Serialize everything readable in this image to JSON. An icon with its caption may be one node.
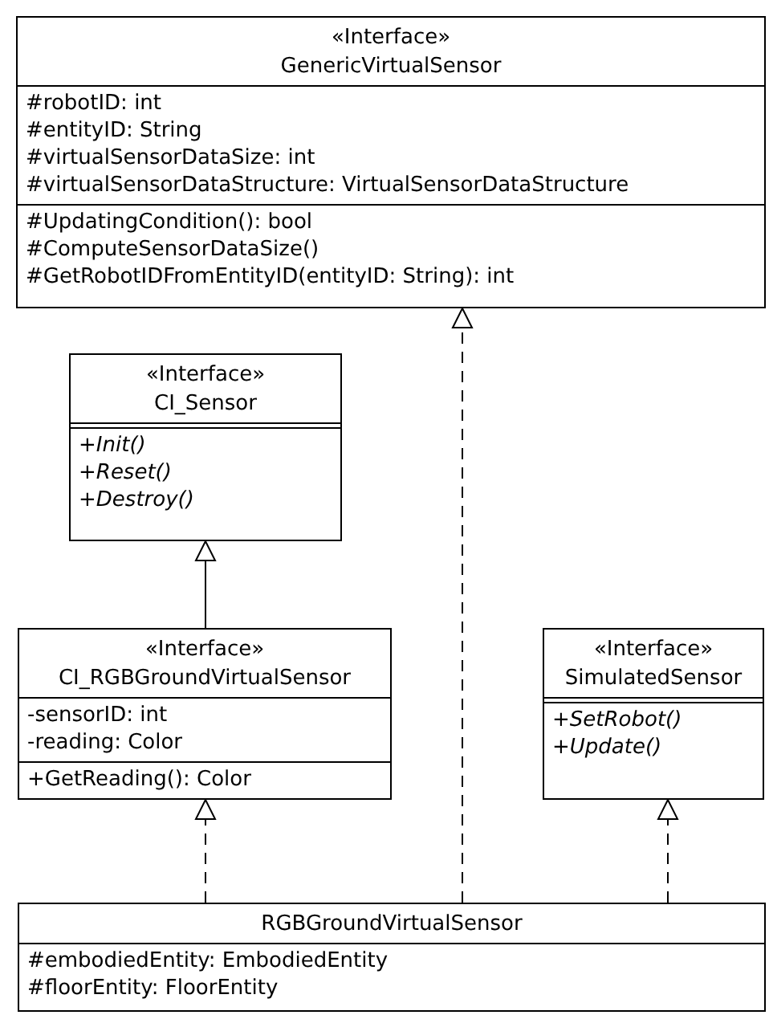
{
  "diagram": {
    "nodes": [
      {
        "text": [
          "«Interface»",
          "GenericVirtualSensor",
          "#robotID: int",
          "#entityID: String",
          "#virtualSensorDataSize: int",
          "#virtualSensorDataStructure: VirtualSensorDataStructure",
          "#UpdatingCondition(): bool",
          "#ComputeSensorDataSize()",
          "#GetRobotIDFromEntityID(entityID: String): int"
        ]
      },
      {
        "text": [
          "«Interface»",
          "CI_Sensor",
          "+*Init()*",
          "+*Reset()*",
          "+*Destroy()*"
        ]
      },
      {
        "text": [
          "«Interface»",
          "CI_RGBGroundVirtualSensor",
          "-sensorID: int",
          "-reading: Color",
          "+GetReading(): Color"
        ]
      },
      {
        "text": [
          "«Interface»",
          "SimulatedSensor",
          "+*SetRobot()*",
          "+*Update()*"
        ]
      },
      {
        "text": [
          "RGBGroundVirtualSensor",
          "#embodiedEntity: EmbodiedEntity",
          "#floorEntity: FloorEntity"
        ]
      }
    ],
    "edges": [
      {
        "from": 2,
        "to": 1,
        "arrow": "to"
      },
      {
        "from": 4,
        "to": 2,
        "arrow": "to",
        "style": "dashed"
      },
      {
        "from": 4,
        "to": 0,
        "arrow": "to",
        "style": "dashed"
      },
      {
        "from": 4,
        "to": 3,
        "arrow": "to",
        "style": "dashed"
      }
    ]
  }
}
